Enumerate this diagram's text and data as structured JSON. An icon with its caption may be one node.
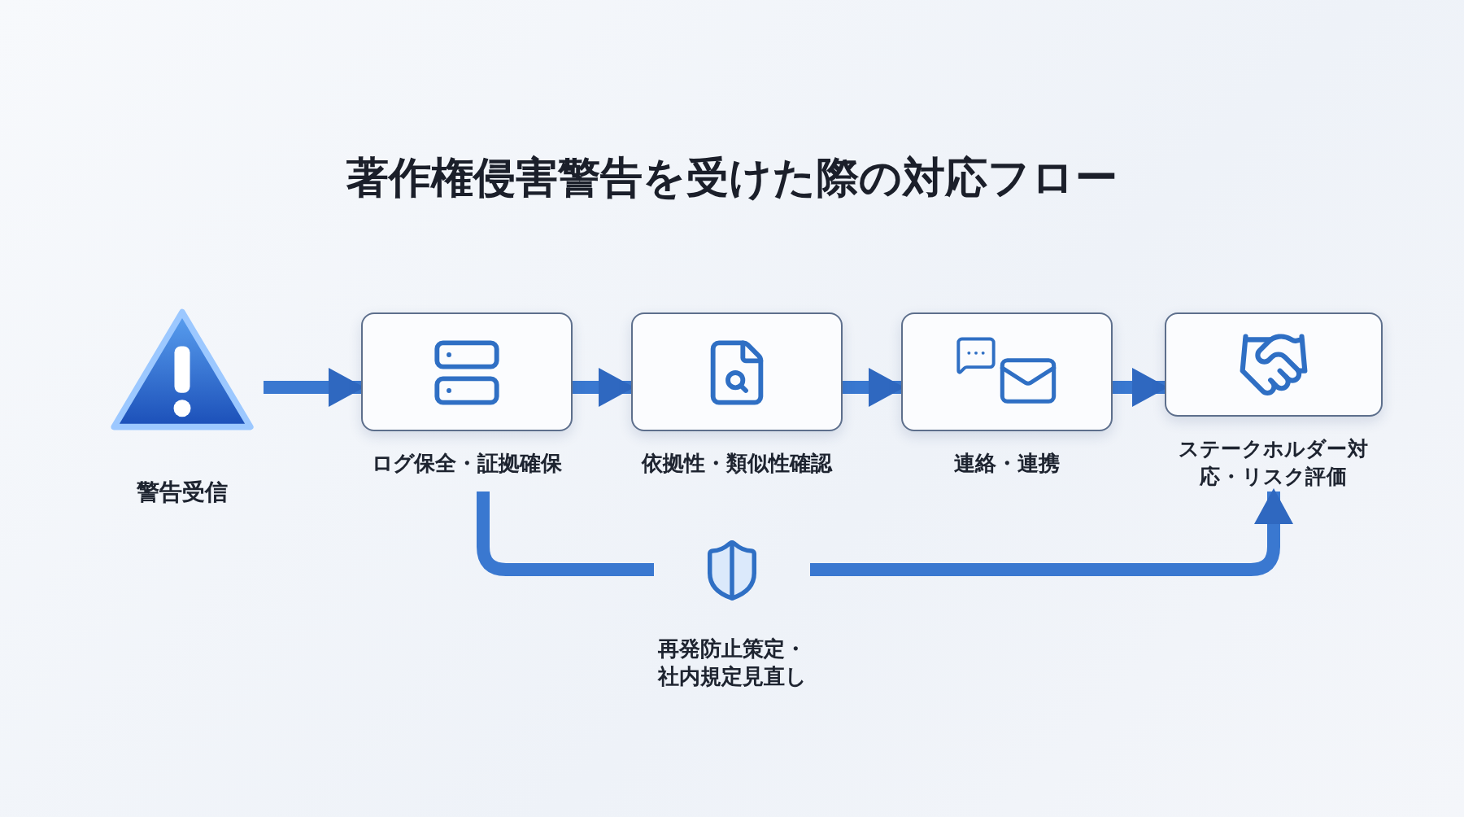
{
  "diagram": {
    "title": "著作権侵害警告を受けた際の対応フロー",
    "nodes": [
      {
        "text": [
          "警告受信"
        ]
      },
      {
        "text": [
          "ログ保全・証拠確保"
        ]
      },
      {
        "text": [
          "依拠性・類似性確認"
        ]
      },
      {
        "text": [
          "連絡・連携"
        ]
      },
      {
        "text": [
          "ステークホルダー対応・リスク評価"
        ]
      },
      {
        "text": [
          "再発防止策定・社内規定見直し"
        ]
      }
    ],
    "edges": [
      {
        "from": 0,
        "to": 1,
        "arrow": "to"
      },
      {
        "from": 1,
        "to": 2,
        "arrow": "to"
      },
      {
        "from": 2,
        "to": 3,
        "arrow": "to"
      },
      {
        "from": 3,
        "to": 4,
        "arrow": "to"
      },
      {
        "from": 1,
        "to": 5,
        "arrow": "none"
      },
      {
        "from": 5,
        "to": 4,
        "arrow": "to"
      }
    ]
  }
}
